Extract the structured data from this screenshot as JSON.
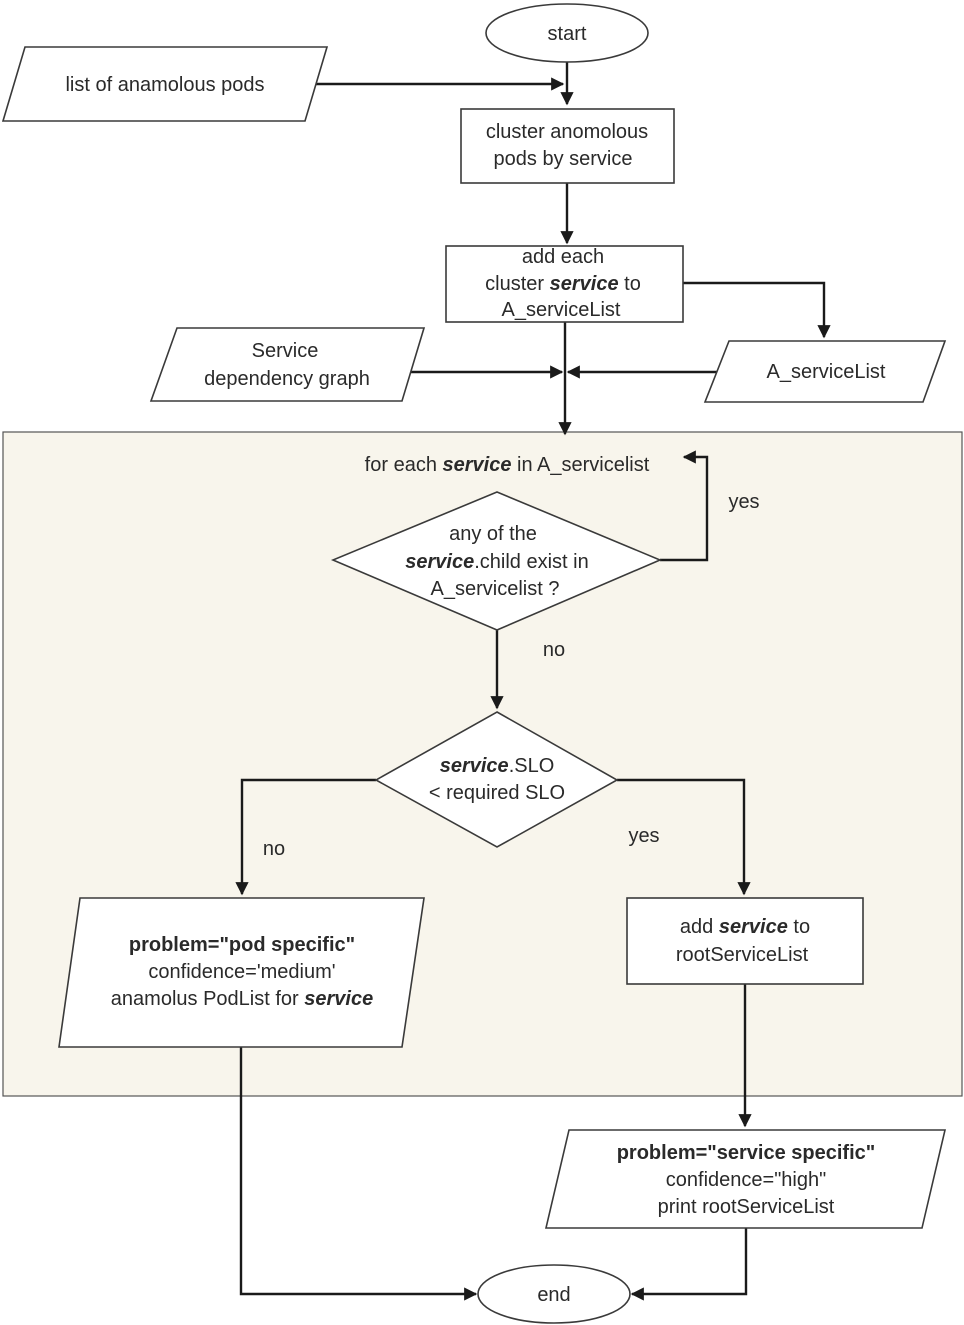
{
  "nodes": {
    "start": "start",
    "end": "end",
    "list_of_anomalous_pods": "list of anamolous pods",
    "cluster_pods": {
      "line1": "cluster anomolous",
      "line2": "pods by service"
    },
    "add_each_cluster": {
      "line1": "add each",
      "line2_pre": "cluster ",
      "line2_em": "service",
      "line2_post": " to",
      "line3": "A_serviceList"
    },
    "service_dependency_graph": {
      "line1": "Service",
      "line2": "dependency graph"
    },
    "a_servicelist": "A_serviceList",
    "loop_label": {
      "pre": "for each ",
      "em": "service",
      "post": " in A_servicelist"
    },
    "child_decision": {
      "line1": "any of the",
      "line2_em": "service",
      "line2_post": ".child exist in",
      "line3": "A_servicelist ?"
    },
    "slo_decision": {
      "line1_em": "service",
      "line1_post": ".SLO",
      "line2": "< required SLO"
    },
    "pod_specific_output": {
      "line1": "problem=\"pod specific\"",
      "line2": "confidence='medium'",
      "line3_pre": "anamolus PodList for ",
      "line3_em": "service"
    },
    "add_root_service": {
      "line1_pre": "add ",
      "line1_em": "service",
      "line1_post": " to",
      "line2": "rootServiceList"
    },
    "service_specific_output": {
      "line1": "problem=\"service specific\"",
      "line2": "confidence=\"high\"",
      "line3": "print rootServiceList"
    }
  },
  "edge_labels": {
    "child_yes": "yes",
    "child_no": "no",
    "slo_no": "no",
    "slo_yes": "yes"
  },
  "colors": {
    "loop_region_fill": "#f8f5ec",
    "shape_fill": "#ffffff",
    "stroke": "#1a1a1a"
  }
}
